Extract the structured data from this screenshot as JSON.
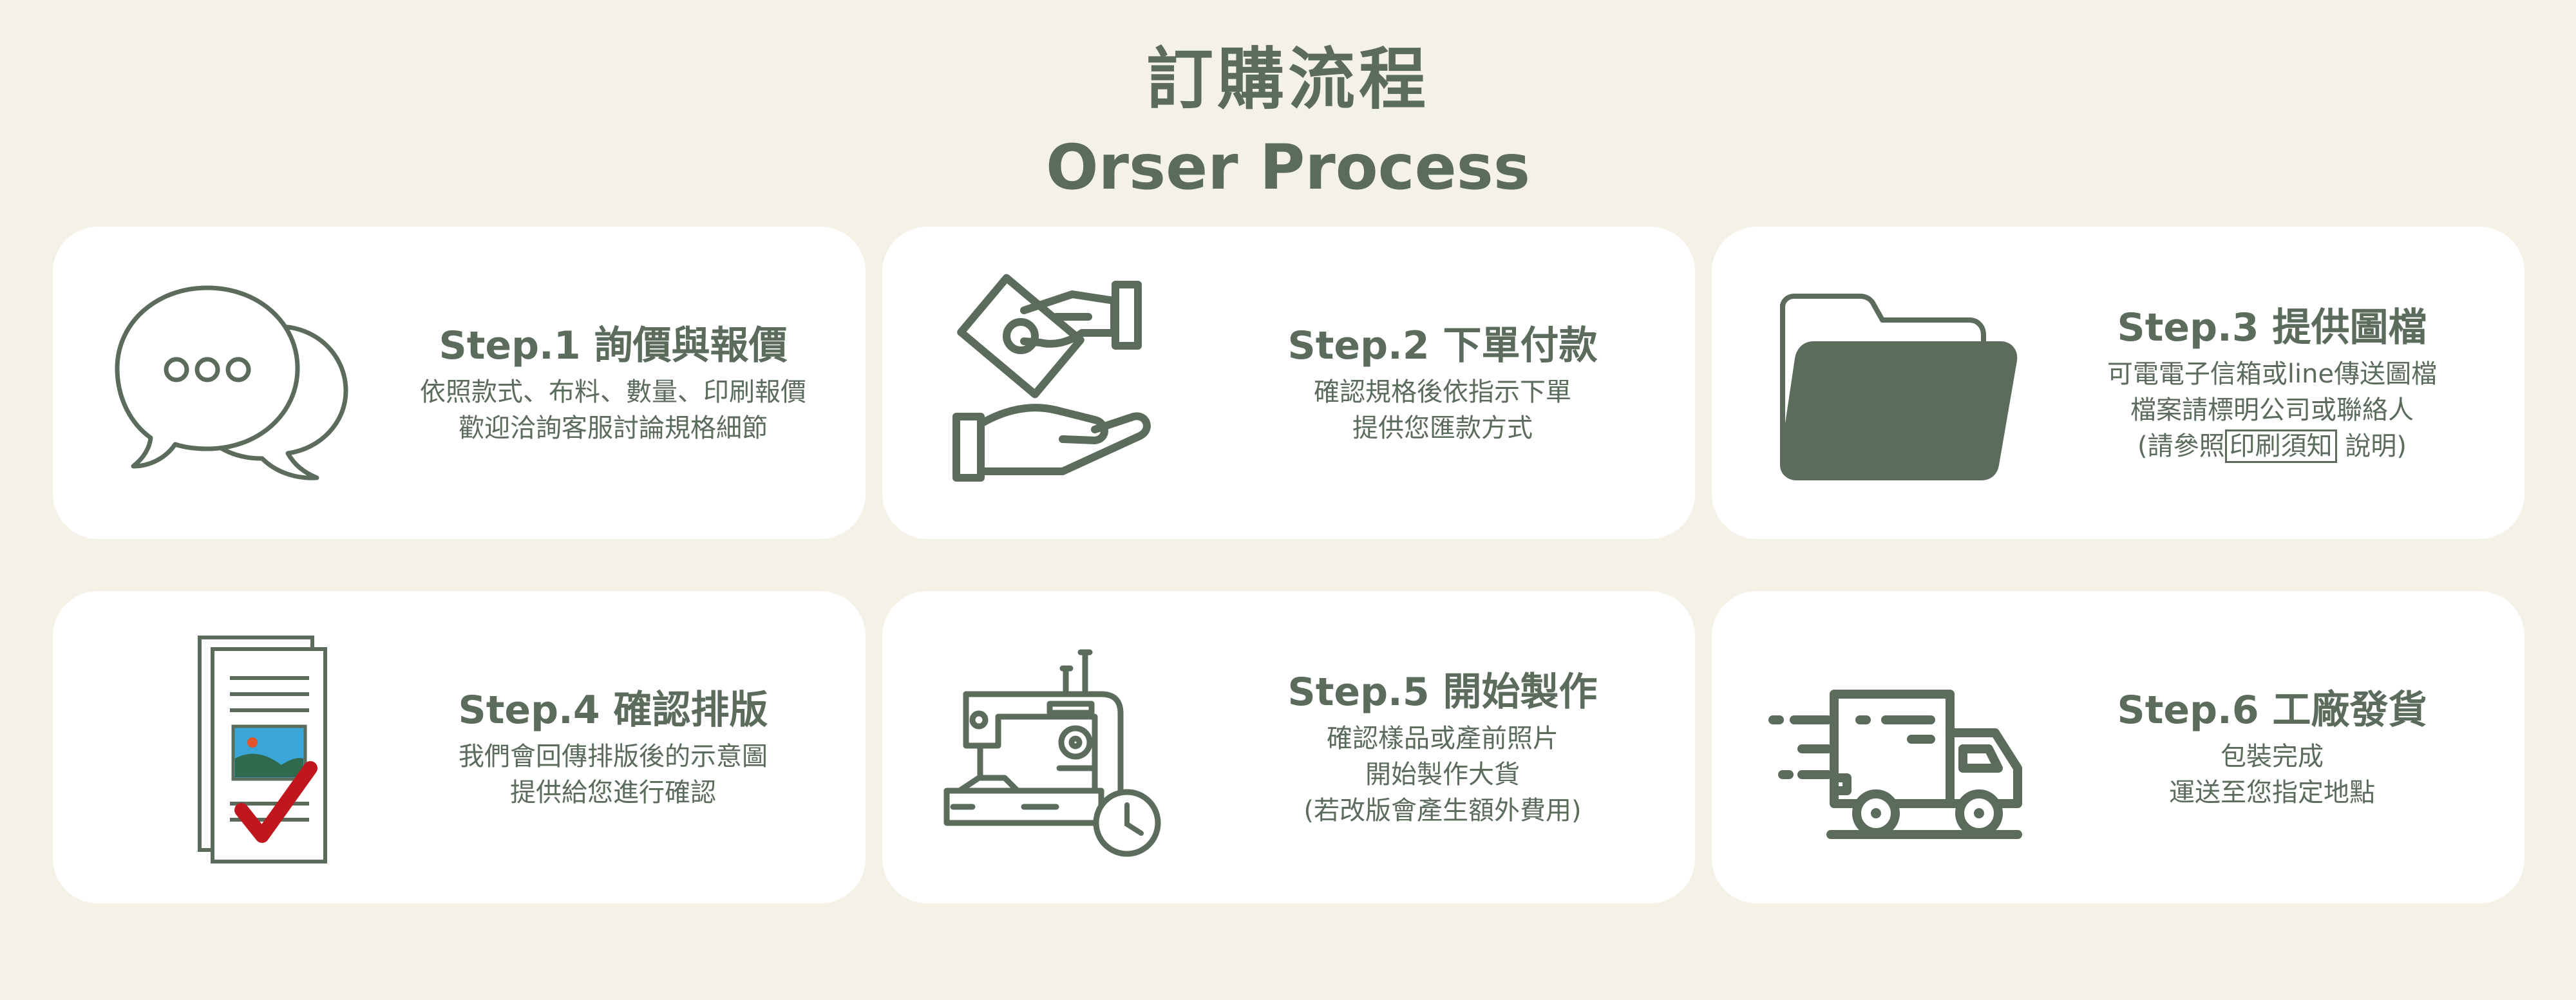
{
  "header": {
    "title_zh": "訂購流程",
    "title_en": "Orser Process"
  },
  "colors": {
    "background": "#f4f2e7",
    "card": "#ffffff",
    "primary": "#5b6b5c",
    "accent_red": "#c0171f",
    "accent_sky": "#3aa6d8"
  },
  "steps": [
    {
      "title": "Step.1 詢價與報價",
      "lines": [
        "依照款式、布料、數量、印刷報價",
        "歡迎洽詢客服討論規格細節"
      ],
      "icon": "chat-bubbles-icon"
    },
    {
      "title": "Step.2 下單付款",
      "lines": [
        "確認規格後依指示下單",
        "提供您匯款方式"
      ],
      "icon": "payment-hands-icon"
    },
    {
      "title": "Step.3 提供圖檔",
      "lines": [
        "可電電子信箱或line傳送圖檔",
        "檔案請標明公司或聯絡人"
      ],
      "line3_pre": "(請參照",
      "line3_boxed": "印刷須知",
      "line3_post": " 說明)",
      "icon": "folder-icon"
    },
    {
      "title": "Step.4 確認排版",
      "lines": [
        "我們會回傳排版後的示意圖",
        "提供給您進行確認"
      ],
      "icon": "document-check-icon"
    },
    {
      "title": "Step.5 開始製作",
      "lines": [
        "確認樣品或產前照片",
        "開始製作大貨",
        "(若改版會產生額外費用)"
      ],
      "icon": "sewing-machine-icon"
    },
    {
      "title": "Step.6 工廠發貨",
      "lines": [
        "包裝完成",
        "運送至您指定地點"
      ],
      "icon": "delivery-truck-icon"
    }
  ]
}
